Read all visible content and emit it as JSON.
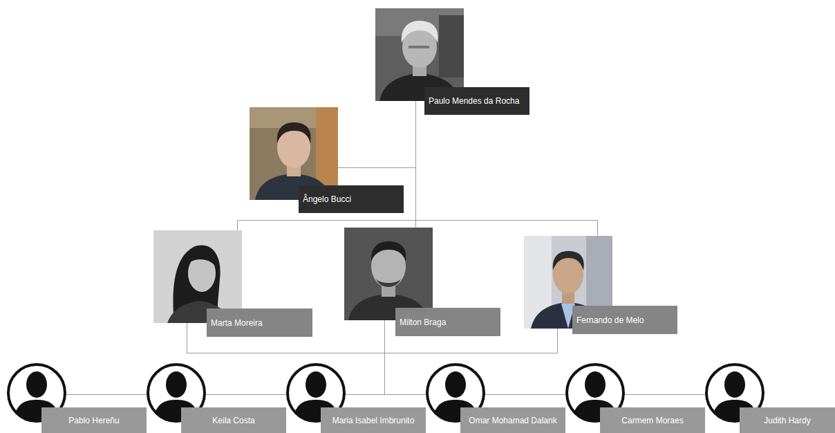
{
  "diagram": {
    "nodes": [
      {
        "text": [
          "Paulo Mendes da Rocha"
        ]
      },
      {
        "text": [
          "Ângelo Bucci"
        ]
      },
      {
        "text": [
          "Marta Moreira"
        ]
      },
      {
        "text": [
          "Milton Braga"
        ]
      },
      {
        "text": [
          "Fernando de Melo"
        ]
      },
      {
        "text": [
          "Pablo Hereñu"
        ]
      },
      {
        "text": [
          "Keila Costa"
        ]
      },
      {
        "text": [
          "Maria Isabel Imbrunito"
        ]
      },
      {
        "text": [
          "Omar Mohamad Dalank"
        ]
      },
      {
        "text": [
          "Carmem Moraes"
        ]
      },
      {
        "text": [
          "Judith Hardy"
        ]
      }
    ],
    "edges": [
      {
        "from": 0,
        "to": 1,
        "arrow": "none"
      },
      {
        "from": 0,
        "to": 2,
        "arrow": "none"
      },
      {
        "from": 0,
        "to": 3,
        "arrow": "none"
      },
      {
        "from": 0,
        "to": 4,
        "arrow": "none"
      },
      {
        "from": 2,
        "to": 5,
        "arrow": "none"
      },
      {
        "from": 2,
        "to": 6,
        "arrow": "none"
      },
      {
        "from": 2,
        "to": 7,
        "arrow": "none"
      },
      {
        "from": 2,
        "to": 8,
        "arrow": "none"
      },
      {
        "from": 2,
        "to": 9,
        "arrow": "none"
      },
      {
        "from": 2,
        "to": 10,
        "arrow": "none"
      },
      {
        "from": 3,
        "to": 5,
        "arrow": "none"
      },
      {
        "from": 3,
        "to": 6,
        "arrow": "none"
      },
      {
        "from": 3,
        "to": 7,
        "arrow": "none"
      },
      {
        "from": 3,
        "to": 8,
        "arrow": "none"
      },
      {
        "from": 3,
        "to": 9,
        "arrow": "none"
      },
      {
        "from": 3,
        "to": 10,
        "arrow": "none"
      },
      {
        "from": 4,
        "to": 5,
        "arrow": "none"
      },
      {
        "from": 4,
        "to": 6,
        "arrow": "none"
      },
      {
        "from": 4,
        "to": 7,
        "arrow": "none"
      },
      {
        "from": 4,
        "to": 8,
        "arrow": "none"
      },
      {
        "from": 4,
        "to": 9,
        "arrow": "none"
      },
      {
        "from": 4,
        "to": 10,
        "arrow": "none"
      }
    ]
  }
}
